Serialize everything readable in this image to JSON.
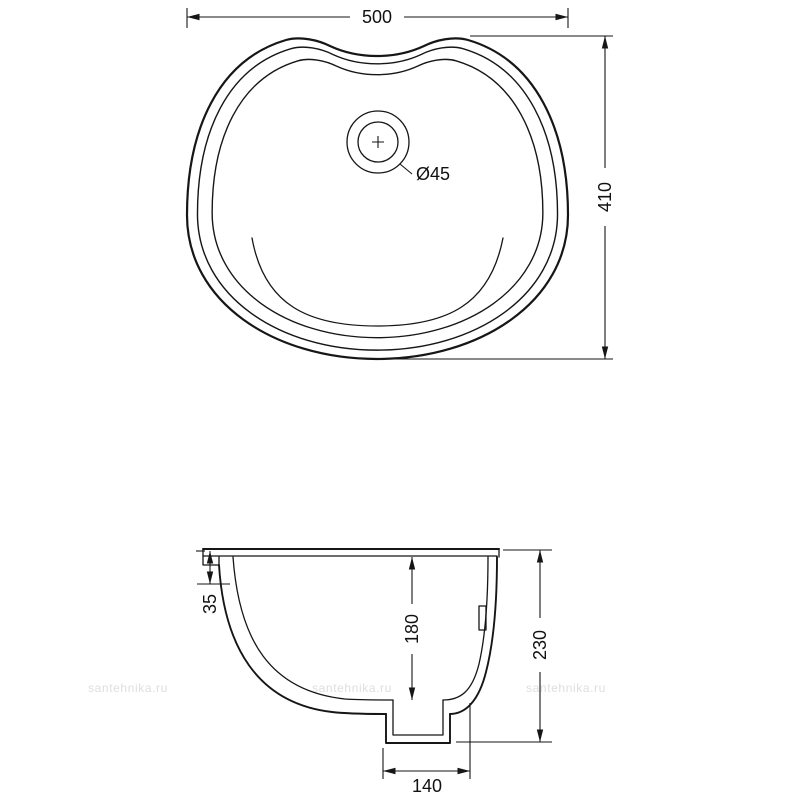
{
  "drawing": {
    "kind": "washbasin-technical-drawing",
    "line_color": "#161616",
    "top_view": {
      "dimensions": {
        "overall_width": "500",
        "overall_depth": "410",
        "drain_diameter": "Ø45"
      }
    },
    "side_view": {
      "dimensions": {
        "rim_drop": "35",
        "bowl_depth": "180",
        "total_height": "230",
        "drain_width": "140"
      }
    },
    "watermark": "santehnika.ru"
  }
}
